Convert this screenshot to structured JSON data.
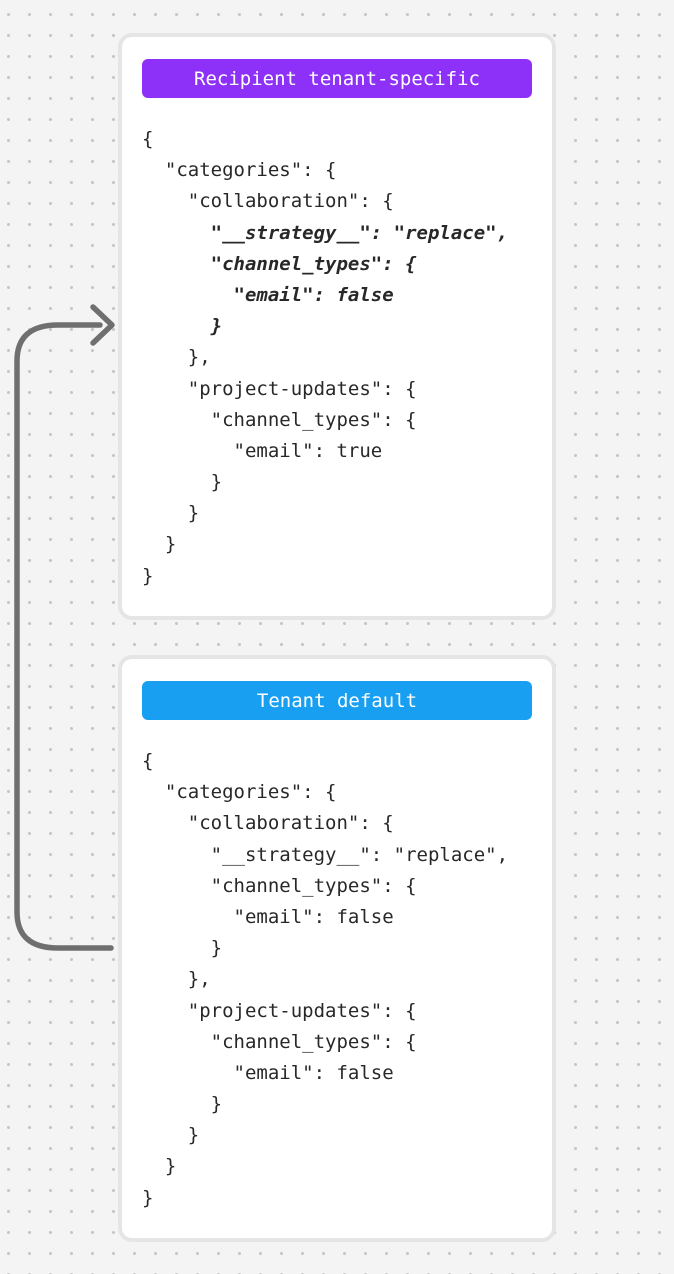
{
  "background": {
    "color": "#f4f4f5",
    "dot_color": "#c6c6c8"
  },
  "arrow": {
    "name": "tenant-default-to-recipient-override-arrow",
    "color": "#6f6f6f",
    "direction": "from Tenant default card up into Recipient tenant-specific card"
  },
  "cards": [
    {
      "badge": "Recipient tenant-specific",
      "badge_color": "#8d31f8",
      "code_lines": [
        {
          "text": "{",
          "emphasis": false
        },
        {
          "text": "  \"categories\": {",
          "emphasis": false
        },
        {
          "text": "    \"collaboration\": {",
          "emphasis": false
        },
        {
          "text": "      \"__strategy__\": \"replace\",",
          "emphasis": true
        },
        {
          "text": "      \"channel_types\": {",
          "emphasis": true
        },
        {
          "text": "        \"email\": false",
          "emphasis": true
        },
        {
          "text": "      }",
          "emphasis": true
        },
        {
          "text": "    },",
          "emphasis": false
        },
        {
          "text": "    \"project-updates\": {",
          "emphasis": false
        },
        {
          "text": "      \"channel_types\": {",
          "emphasis": false
        },
        {
          "text": "        \"email\": true",
          "emphasis": false
        },
        {
          "text": "      }",
          "emphasis": false
        },
        {
          "text": "    }",
          "emphasis": false
        },
        {
          "text": "  }",
          "emphasis": false
        },
        {
          "text": "}",
          "emphasis": false
        }
      ]
    },
    {
      "badge": "Tenant default",
      "badge_color": "#189ff2",
      "code_lines": [
        {
          "text": "{",
          "emphasis": false
        },
        {
          "text": "  \"categories\": {",
          "emphasis": false
        },
        {
          "text": "    \"collaboration\": {",
          "emphasis": false
        },
        {
          "text": "      \"__strategy__\": \"replace\",",
          "emphasis": false
        },
        {
          "text": "      \"channel_types\": {",
          "emphasis": false
        },
        {
          "text": "        \"email\": false",
          "emphasis": false
        },
        {
          "text": "      }",
          "emphasis": false
        },
        {
          "text": "    },",
          "emphasis": false
        },
        {
          "text": "    \"project-updates\": {",
          "emphasis": false
        },
        {
          "text": "      \"channel_types\": {",
          "emphasis": false
        },
        {
          "text": "        \"email\": false",
          "emphasis": false
        },
        {
          "text": "      }",
          "emphasis": false
        },
        {
          "text": "    }",
          "emphasis": false
        },
        {
          "text": "  }",
          "emphasis": false
        },
        {
          "text": "}",
          "emphasis": false
        }
      ]
    }
  ]
}
